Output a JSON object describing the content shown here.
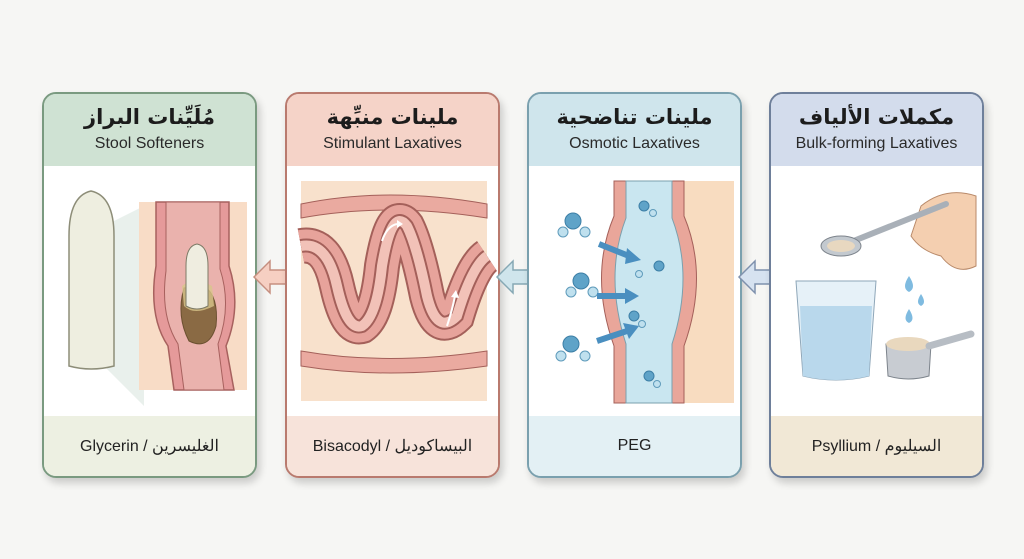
{
  "cards": [
    {
      "id": "stool-softeners",
      "title_ar": "مُلَيِّنات البراز",
      "title_en": "Stool Softeners",
      "example": "Glycerin / الغليسرين",
      "illustration": "suppository-rectum",
      "colors": {
        "header": "#cfe2d3",
        "border": "#7a9a80",
        "footer": "#edf0e2"
      }
    },
    {
      "id": "stimulant-laxatives",
      "title_ar": "ملينات منبِّهة",
      "title_en": "Stimulant Laxatives",
      "example": "Bisacodyl / البيساكوديل",
      "illustration": "intestine-peristalsis",
      "colors": {
        "header": "#f5d3c8",
        "border": "#b97a6e",
        "footer": "#f7e3da"
      }
    },
    {
      "id": "osmotic-laxatives",
      "title_ar": "ملينات تناضحية",
      "title_en": "Osmotic Laxatives",
      "example": "PEG",
      "illustration": "water-molecules-intestine",
      "colors": {
        "header": "#cfe5ec",
        "border": "#7aa0ae",
        "footer": "#e3f0f4"
      }
    },
    {
      "id": "bulk-forming-laxatives",
      "title_ar": "مكملات الألياف",
      "title_en": "Bulk-forming Laxatives",
      "example": "Psyllium / السيليوم",
      "illustration": "fiber-powder-glass",
      "colors": {
        "header": "#d3dcec",
        "border": "#6e7f9a",
        "footer": "#f1e8d6"
      }
    }
  ],
  "arrows": [
    {
      "direction": "left",
      "color": "#f6cfc2",
      "stroke": "#c58f80"
    },
    {
      "direction": "left",
      "color": "#cfe5ec",
      "stroke": "#86a8b4"
    },
    {
      "direction": "left",
      "color": "#d6e2f0",
      "stroke": "#7f91ad"
    }
  ]
}
